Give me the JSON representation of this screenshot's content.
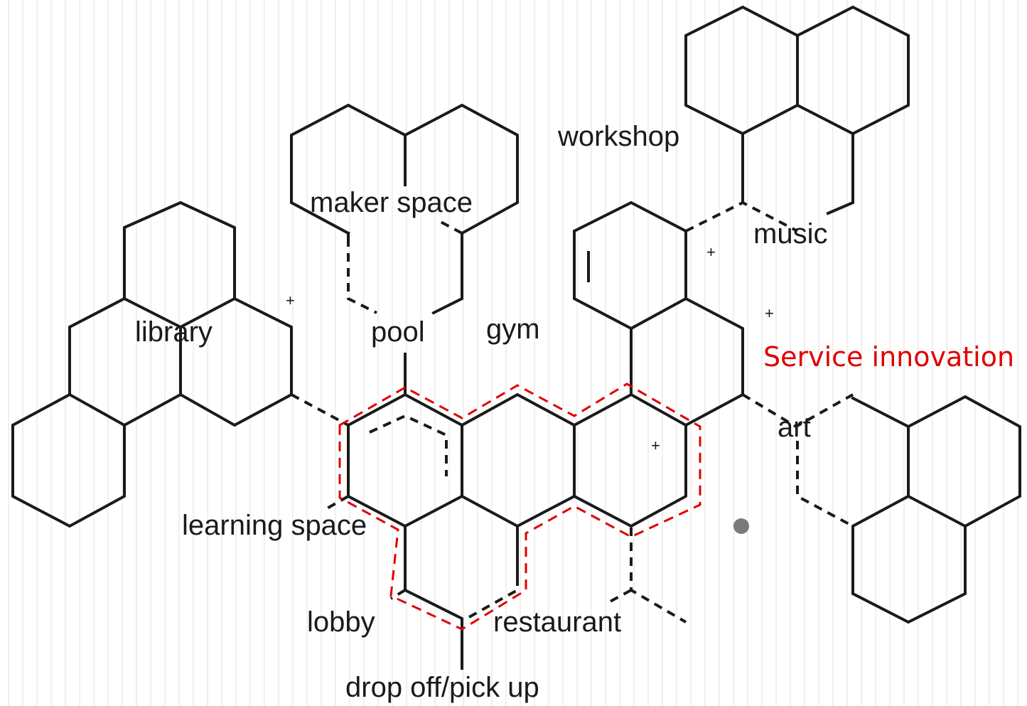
{
  "labels": {
    "workshop": "workshop",
    "maker_space": "maker space",
    "music": "music",
    "library": "library",
    "pool": "pool",
    "gym": "gym",
    "art": "art",
    "learning_space": "learning space",
    "lobby": "lobby",
    "restaurant": "restaurant",
    "drop_off": "drop off/pick up",
    "plus": "+"
  },
  "annotation": {
    "text": "Service innovation",
    "color": "#e00000"
  },
  "colors": {
    "line": "#1a1a1a",
    "highlight": "#e00000",
    "dot": "#7a7a7a",
    "grid": "#dcdcdc"
  }
}
